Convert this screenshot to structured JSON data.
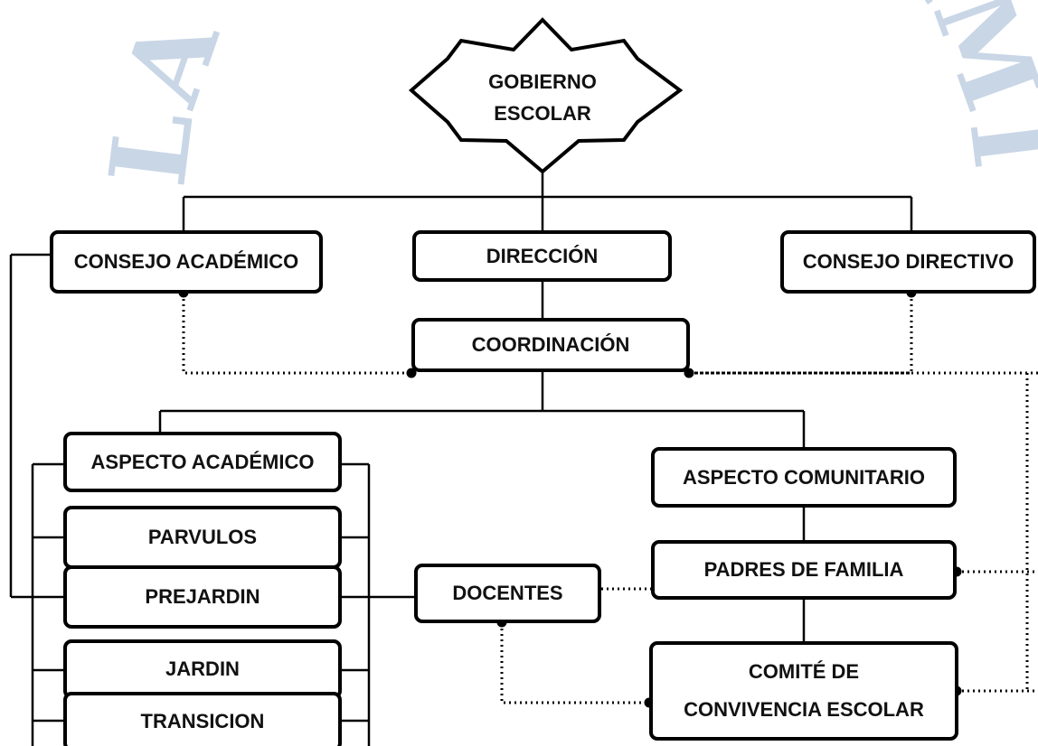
{
  "watermark": {
    "text": "LA SAGRADA FAMILIA",
    "color": "#c9d6e6"
  },
  "colors": {
    "line": "#000000",
    "box_fill": "#ffffff",
    "background": "#ffffff"
  },
  "root": {
    "line1": "GOBIERNO",
    "line2": "ESCOLAR"
  },
  "nodes": {
    "consejo_academico": "CONSEJO ACADÉMICO",
    "direccion": "DIRECCIÓN",
    "consejo_directivo": "CONSEJO DIRECTIVO",
    "coordinacion": "COORDINACIÓN",
    "aspecto_academico": "ASPECTO ACADÉMICO",
    "parvulos": "PARVULOS",
    "prejardin": "PREJARDIN",
    "jardin": "JARDIN",
    "transicion": "TRANSICION",
    "docentes": "DOCENTES",
    "aspecto_comunitario": "ASPECTO COMUNITARIO",
    "padres_familia": "PADRES DE FAMILIA",
    "comite_line1": "COMITÉ DE",
    "comite_line2": "CONVIVENCIA ESCOLAR"
  }
}
